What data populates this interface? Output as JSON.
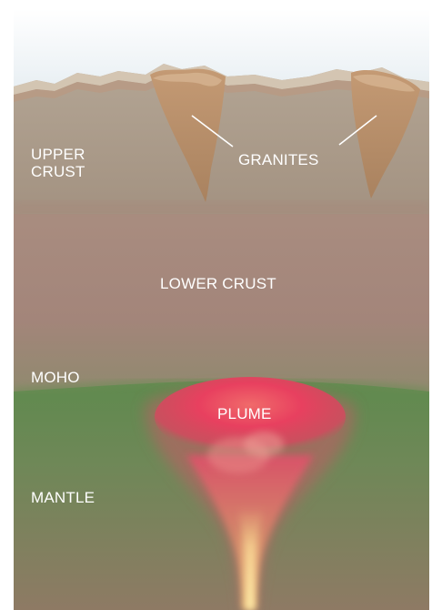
{
  "labels": {
    "upper_crust_line1": "UPPER",
    "upper_crust_line2": "CRUST",
    "granites": "GRANITES",
    "lower_crust": "LOWER CRUST",
    "moho": "MOHO",
    "plume": "PLUME",
    "mantle": "MANTLE"
  },
  "colors": {
    "sky": "#e4ecf1",
    "upper_crust": "#a9988a",
    "granite": "#b68a66",
    "lower_crust": "#a6857b",
    "mantle": "#6f8b5a",
    "plume": "#e53a5c",
    "plume_core": "#ffe08a",
    "label_text": "#ffffff"
  }
}
